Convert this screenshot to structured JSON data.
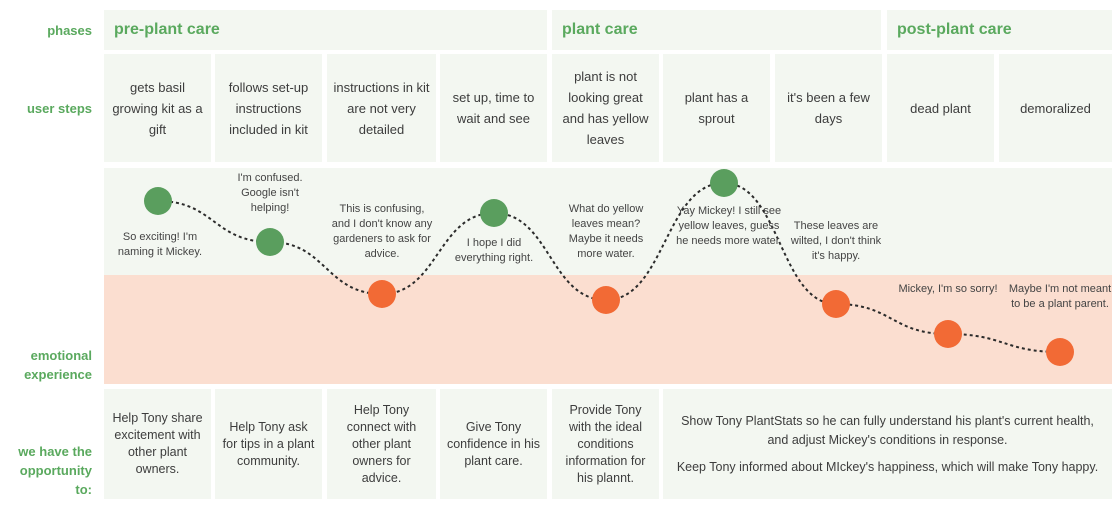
{
  "row_labels": {
    "phases": "phases",
    "user_steps": "user steps",
    "emotional": [
      "emotional",
      "experience"
    ],
    "opportunity": [
      "we have the",
      "opportunity",
      "to:"
    ]
  },
  "phases": [
    "pre-plant care",
    "plant care",
    "post-plant care"
  ],
  "steps": [
    "gets basil growing kit as a gift",
    "follows set-up instructions included in kit",
    "instructions in kit are not very detailed",
    "set up, time to wait and see",
    "plant is not looking great and has yellow leaves",
    "plant has a sprout",
    "it's been a few days",
    "dead plant",
    "demoralized"
  ],
  "emotions": [
    {
      "mood": "positive",
      "note": "So exciting! I'm naming it Mickey."
    },
    {
      "mood": "positive",
      "note": "I'm confused. Google isn't helping!"
    },
    {
      "mood": "negative",
      "note": "This is confusing, and I don't know any gardeners to ask for advice."
    },
    {
      "mood": "positive",
      "note": "I hope I did everything right."
    },
    {
      "mood": "negative",
      "note": "What do yellow leaves mean? Maybe it needs more water."
    },
    {
      "mood": "positive",
      "note": "Yay Mickey! I still see yellow leaves, guess he needs more water."
    },
    {
      "mood": "negative",
      "note": "These leaves are wilted, I don't think it's happy."
    },
    {
      "mood": "negative",
      "note": "Mickey, I'm so sorry!"
    },
    {
      "mood": "negative",
      "note": "Maybe I'm not meant to be a plant parent."
    }
  ],
  "opportunities": [
    "Help Tony share excitement with other plant owners.",
    "Help Tony ask for tips in a plant community.",
    "Help Tony connect with other plant owners for advice.",
    "Give Tony confidence in his plant care.",
    "Provide Tony with the ideal conditions information for his plannt."
  ],
  "opportunity_wide": [
    "Show Tony PlantStats so he can fully understand his plant's current health, and adjust Mickey's conditions in response.",
    "Keep Tony informed about MIckey's happiness, which will make Tony happy."
  ],
  "colors": {
    "accent_green": "#5aa95e",
    "positive_dot": "#5a9e5e",
    "negative_dot": "#f26a35",
    "positive_zone": "#f3f7f1",
    "negative_zone": "#fbded0",
    "cell_bg": "#f3f7f1"
  }
}
